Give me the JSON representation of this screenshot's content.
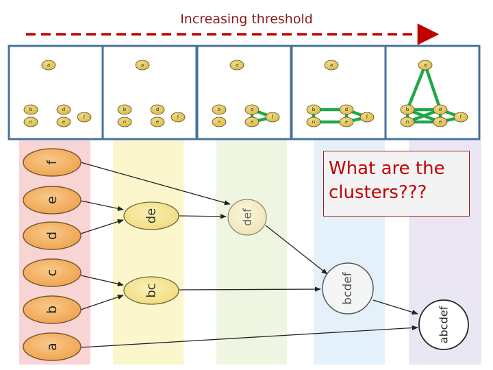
{
  "header": {
    "title": "Increasing threshold"
  },
  "callout": {
    "text": "What are the clusters???"
  },
  "panels": [
    {
      "nodes": [
        "a",
        "b",
        "d",
        "f",
        "n",
        "e"
      ]
    },
    {
      "nodes": [
        "a",
        "b",
        "d",
        "f",
        "n",
        "e"
      ]
    },
    {
      "nodes": [
        "a",
        "b",
        "d",
        "f",
        "n",
        "e"
      ]
    },
    {
      "nodes": [
        "a",
        "b",
        "d",
        "f",
        "n",
        "e"
      ]
    },
    {
      "nodes": [
        "a",
        "b",
        "d",
        "f",
        "n",
        "e"
      ]
    }
  ],
  "dendrogram": {
    "leaves": [
      "f",
      "e",
      "d",
      "c",
      "b",
      "a"
    ],
    "merge_de": "de",
    "merge_bc": "bc",
    "merge_def": "def",
    "merge_bcdef": "bcdef",
    "merge_abcdef": "abcdef"
  },
  "colors": {
    "title_red": "#8b1a1a",
    "arrow_red": "#c00000",
    "panel_border": "#47709b",
    "edge_green": "#1fa84a",
    "leaf_fill": "#f2b264",
    "col_pink": "#f9d4d4",
    "col_yellow": "#fbf6cc",
    "col_green": "#eef5e1",
    "col_blue": "#e4f1fa",
    "col_purple": "#eae6f3"
  }
}
